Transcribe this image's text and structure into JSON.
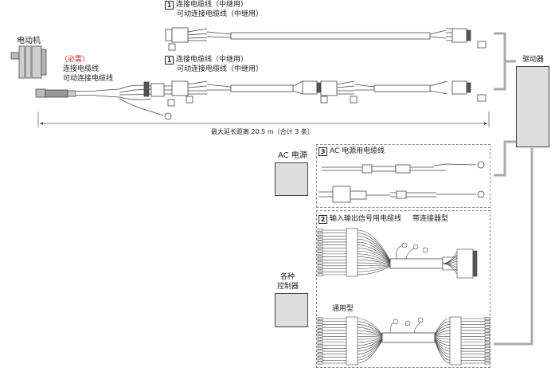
{
  "motor_label": "电动机",
  "required_note": "（必需）",
  "connection_cable": {
    "line1": "连接电缆线",
    "line2": "可动连接电缆线"
  },
  "relay_cable_1": {
    "num": "1",
    "line1": "连接电缆线（中继用）",
    "line2": "可动连接电缆线（中继用）"
  },
  "relay_cable_2": {
    "num": "1",
    "line1": "连接电缆线（中继用）",
    "line2": "可动连接电缆线（中继用）"
  },
  "length_note": "最大延长距离 20.5 m（合计 3 条）",
  "driver_label": "驱动器",
  "ac_power_label": "AC 电源",
  "ac_cable": {
    "num": "3",
    "label": "AC 电源用电缆线"
  },
  "io_cable": {
    "num": "2",
    "label": "输入输出信号用电缆线",
    "connector_type": "带连接器型"
  },
  "controller_label": {
    "line1": "各种",
    "line2": "控制器"
  },
  "general_type_label": "通用型",
  "colors": {
    "box_fill": "#dddddd",
    "required_red": "#d0201a",
    "bracket": "#aaaaaa"
  }
}
